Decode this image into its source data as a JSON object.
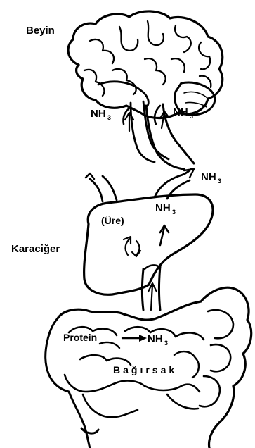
{
  "labels": {
    "brain": "Beyin",
    "liver": "Karaciğer",
    "intestine": "Bağırsak",
    "urea": "(Üre)",
    "protein": "Protein",
    "nh3": "NH",
    "nh3_sub": "3"
  }
}
